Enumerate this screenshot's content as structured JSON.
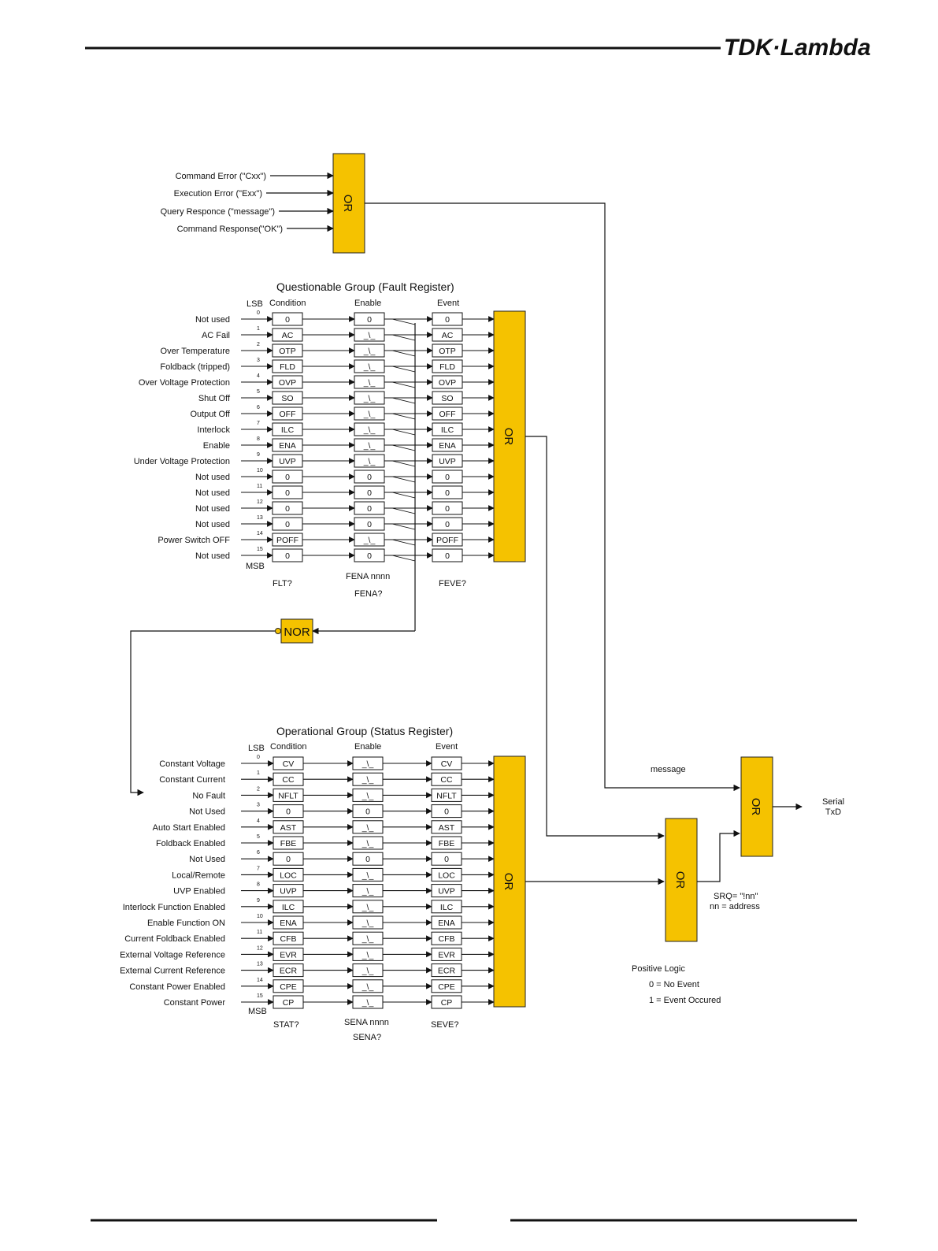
{
  "header": {
    "brand": "TDK·Lambda"
  },
  "colors": {
    "gate": "#F5C200",
    "line": "#111111"
  },
  "message_or": {
    "label": "OR",
    "inputs": [
      "Command Error  (\"Cxx\")",
      "Execution Error (\"Exx\")",
      "Query Responce (\"message\")",
      "Command Response(\"OK\")"
    ]
  },
  "fault": {
    "title": "Questionable Group (Fault Register)",
    "lsb": "LSB",
    "msb": "MSB",
    "col_condition": "Condition",
    "col_enable": "Enable",
    "col_event": "Event",
    "gate_label": "OR",
    "rows": [
      {
        "bit": "0",
        "name": "Not used",
        "cond": "0",
        "enable": "0",
        "event": "0"
      },
      {
        "bit": "1",
        "name": "AC Fail",
        "cond": "AC",
        "enable": "_\\_",
        "event": "AC"
      },
      {
        "bit": "2",
        "name": "Over Temperature",
        "cond": "OTP",
        "enable": "_\\_",
        "event": "OTP"
      },
      {
        "bit": "3",
        "name": "Foldback (tripped)",
        "cond": "FLD",
        "enable": "_\\_",
        "event": "FLD"
      },
      {
        "bit": "4",
        "name": "Over Voltage Protection",
        "cond": "OVP",
        "enable": "_\\_",
        "event": "OVP"
      },
      {
        "bit": "5",
        "name": "Shut Off",
        "cond": "SO",
        "enable": "_\\_",
        "event": "SO"
      },
      {
        "bit": "6",
        "name": "Output Off",
        "cond": "OFF",
        "enable": "_\\_",
        "event": "OFF"
      },
      {
        "bit": "7",
        "name": "Interlock",
        "cond": "ILC",
        "enable": "_\\_",
        "event": "ILC"
      },
      {
        "bit": "8",
        "name": "Enable",
        "cond": "ENA",
        "enable": "_\\_",
        "event": "ENA"
      },
      {
        "bit": "9",
        "name": "Under Voltage Protection",
        "cond": "UVP",
        "enable": "_\\_",
        "event": "UVP"
      },
      {
        "bit": "10",
        "name": "Not used",
        "cond": "0",
        "enable": "0",
        "event": "0"
      },
      {
        "bit": "11",
        "name": "Not used",
        "cond": "0",
        "enable": "0",
        "event": "0"
      },
      {
        "bit": "12",
        "name": "Not used",
        "cond": "0",
        "enable": "0",
        "event": "0"
      },
      {
        "bit": "13",
        "name": "Not used",
        "cond": "0",
        "enable": "0",
        "event": "0"
      },
      {
        "bit": "14",
        "name": "Power Switch OFF",
        "cond": "POFF",
        "enable": "_\\_",
        "event": "POFF"
      },
      {
        "bit": "15",
        "name": "Not used",
        "cond": "0",
        "enable": "0",
        "event": "0"
      }
    ],
    "cmd_condition": "FLT?",
    "cmd_enable_set": "FENA nnnn",
    "cmd_enable_query": "FENA?",
    "cmd_event": "FEVE?"
  },
  "nor": {
    "label": "NOR"
  },
  "status": {
    "title": "Operational Group (Status Register)",
    "lsb": "LSB",
    "msb": "MSB",
    "col_condition": "Condition",
    "col_enable": "Enable",
    "col_event": "Event",
    "gate_label": "OR",
    "rows": [
      {
        "bit": "0",
        "name": "Constant Voltage",
        "cond": "CV",
        "enable": "_\\_",
        "event": "CV"
      },
      {
        "bit": "1",
        "name": "Constant Current",
        "cond": "CC",
        "enable": "_\\_",
        "event": "CC"
      },
      {
        "bit": "2",
        "name": "No Fault",
        "cond": "NFLT",
        "enable": "_\\_",
        "event": "NFLT"
      },
      {
        "bit": "3",
        "name": "Not Used",
        "cond": "0",
        "enable": "0",
        "event": "0"
      },
      {
        "bit": "4",
        "name": "Auto Start Enabled",
        "cond": "AST",
        "enable": "_\\_",
        "event": "AST"
      },
      {
        "bit": "5",
        "name": "Foldback Enabled",
        "cond": "FBE",
        "enable": "_\\_",
        "event": "FBE"
      },
      {
        "bit": "6",
        "name": "Not Used",
        "cond": "0",
        "enable": "0",
        "event": "0"
      },
      {
        "bit": "7",
        "name": "Local/Remote",
        "cond": "LOC",
        "enable": "_\\_",
        "event": "LOC"
      },
      {
        "bit": "8",
        "name": "UVP Enabled",
        "cond": "UVP",
        "enable": "_\\_",
        "event": "UVP"
      },
      {
        "bit": "9",
        "name": "Interlock Function Enabled",
        "cond": "ILC",
        "enable": "_\\_",
        "event": "ILC"
      },
      {
        "bit": "10",
        "name": "Enable Function ON",
        "cond": "ENA",
        "enable": "_\\_",
        "event": "ENA"
      },
      {
        "bit": "11",
        "name": "Current Foldback Enabled",
        "cond": "CFB",
        "enable": "_\\_",
        "event": "CFB"
      },
      {
        "bit": "12",
        "name": "External Voltage Reference",
        "cond": "EVR",
        "enable": "_\\_",
        "event": "EVR"
      },
      {
        "bit": "13",
        "name": "External Current Reference",
        "cond": "ECR",
        "enable": "_\\_",
        "event": "ECR"
      },
      {
        "bit": "14",
        "name": "Constant Power Enabled",
        "cond": "CPE",
        "enable": "_\\_",
        "event": "CPE"
      },
      {
        "bit": "15",
        "name": "Constant Power",
        "cond": "CP",
        "enable": "_\\_",
        "event": "CP"
      }
    ],
    "cmd_condition": "STAT?",
    "cmd_enable_set": "SENA nnnn",
    "cmd_enable_query": "SENA?",
    "cmd_event": "SEVE?"
  },
  "srq_or": {
    "label": "OR",
    "note_line1": "SRQ= \"!nn\"",
    "note_line2": "nn = address"
  },
  "final_or": {
    "label": "OR",
    "message_label": "message",
    "output_line1": "Serial",
    "output_line2": "TxD"
  },
  "legend": {
    "title": "Positive Logic",
    "line1": "0 = No Event",
    "line2": "1 = Event Occured"
  }
}
